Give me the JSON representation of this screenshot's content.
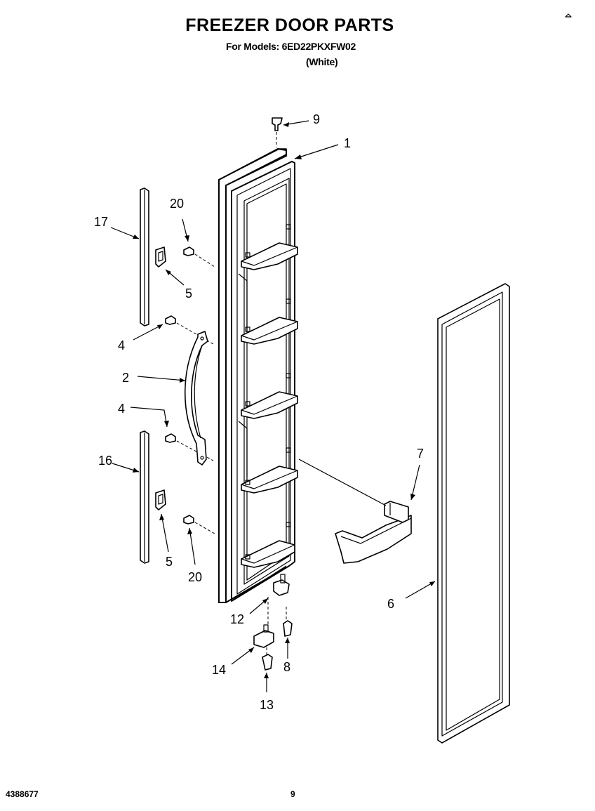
{
  "header": {
    "title": "FREEZER DOOR PARTS",
    "models": "For Models: 6ED22PKXFW02",
    "color": "(White)"
  },
  "footer": {
    "doc_number": "4388677",
    "page": "9"
  },
  "callouts": {
    "c1": "1",
    "c2": "2",
    "c4a": "4",
    "c4b": "4",
    "c5a": "5",
    "c5b": "5",
    "c6": "6",
    "c7": "7",
    "c8": "8",
    "c9": "9",
    "c12": "12",
    "c13": "13",
    "c14": "14",
    "c16": "16",
    "c17": "17",
    "c20a": "20",
    "c20b": "20"
  }
}
